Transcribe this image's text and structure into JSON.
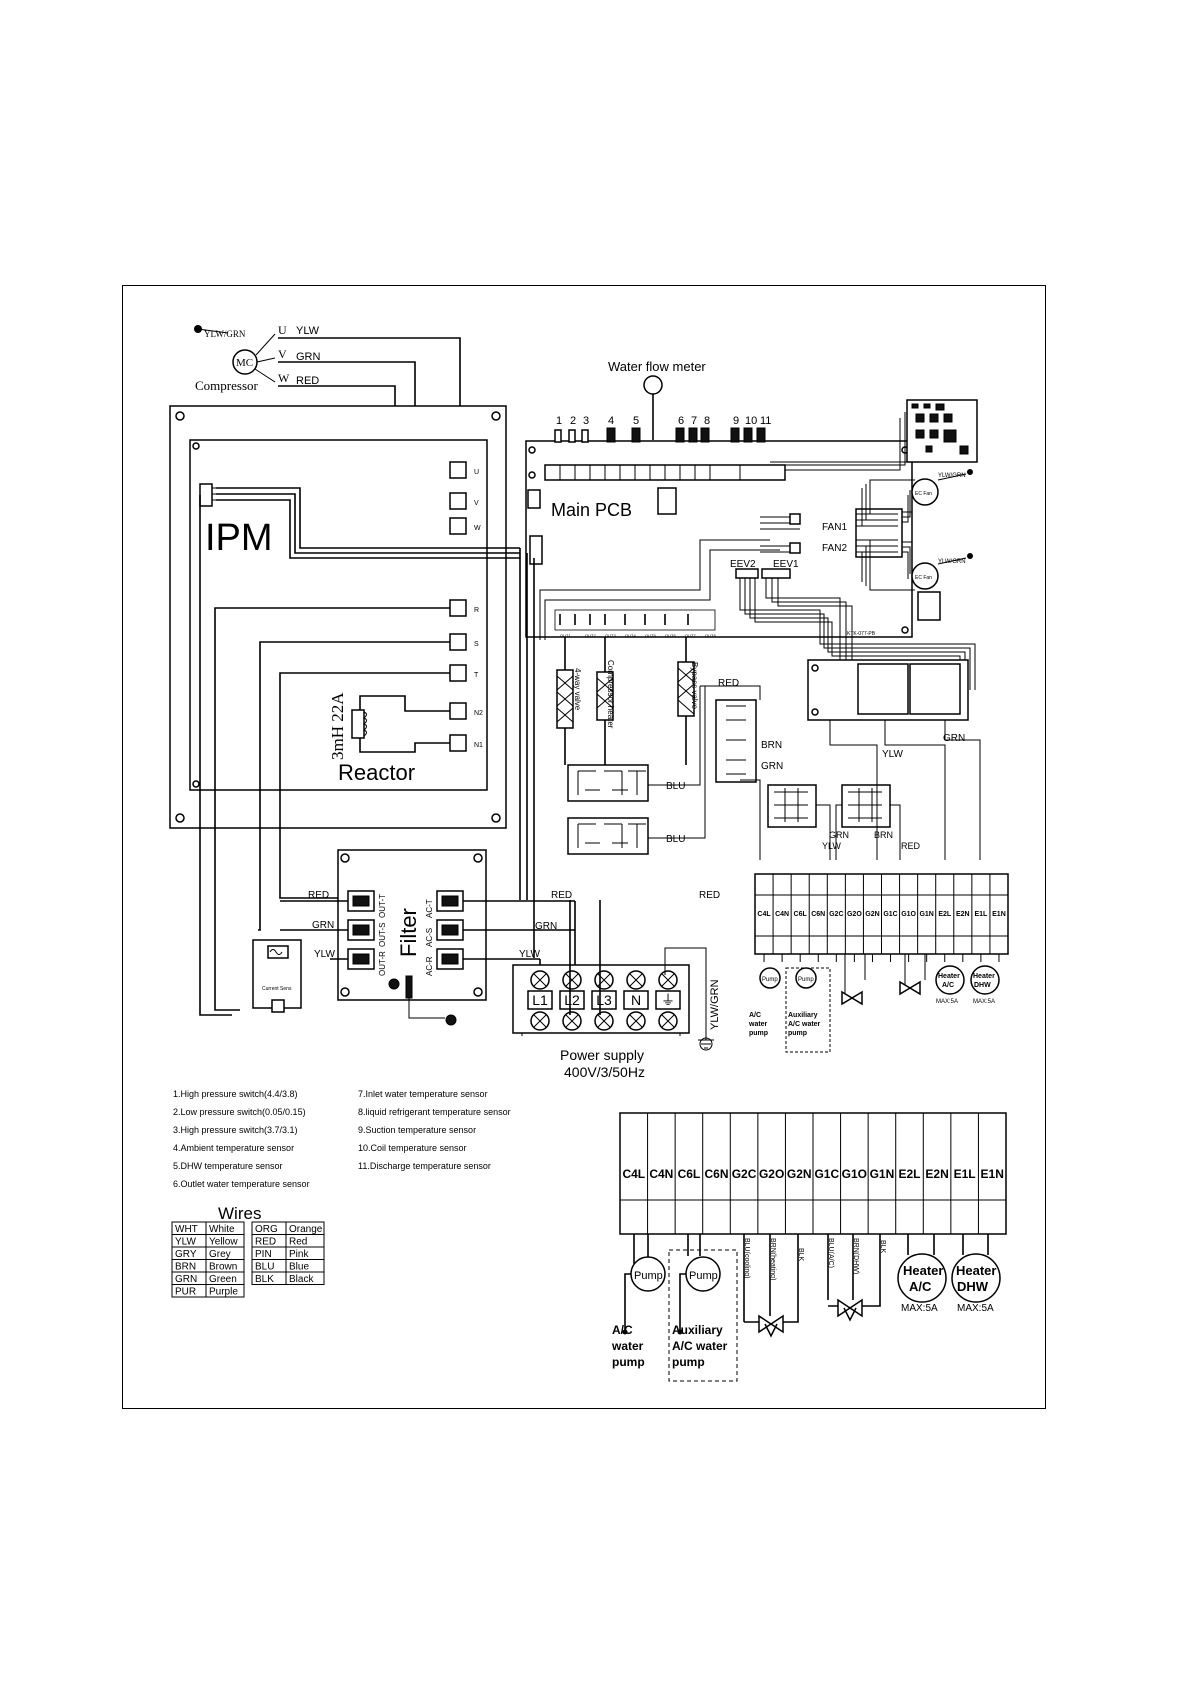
{
  "components": {
    "compressor": {
      "label": "Compressor",
      "symbol": "MC",
      "ground": "YLW/GRN",
      "phases": [
        {
          "pin": "U",
          "wire": "YLW"
        },
        {
          "pin": "V",
          "wire": "GRN"
        },
        {
          "pin": "W",
          "wire": "RED"
        }
      ]
    },
    "ipm": {
      "label": "IPM",
      "terminals": [
        "U",
        "V",
        "W",
        "R",
        "S",
        "T",
        "N2",
        "N1"
      ]
    },
    "reactor": {
      "label": "Reactor",
      "rating": "3mH 22A"
    },
    "water_flow_meter": {
      "label": "Water flow meter"
    },
    "main_pcb": {
      "label": "Main PCB",
      "model": "KTK-077-PB",
      "connector_numbers": [
        "1",
        "2",
        "3",
        "4",
        "5",
        "6",
        "7",
        "8",
        "9",
        "10",
        "11"
      ],
      "outputs": [
        "OUT1",
        "OUT2",
        "OUT3",
        "OUT4",
        "OUT5",
        "OUT6",
        "OUT7",
        "OUT8"
      ]
    },
    "fans": {
      "fan1": "FAN1",
      "fan2": "FAN2",
      "motor": "EC Fan",
      "ground": "YLW/GRN"
    },
    "eev": {
      "eev1": "EEV1",
      "eev2": "EEV2"
    },
    "valves": [
      "4-way valve",
      "Compressor heater",
      "Bypass valve"
    ],
    "filter": {
      "label": "Filter",
      "left_terminals": [
        "OUT-T",
        "OUT-S",
        "OUT-R"
      ],
      "right_terminals": [
        "AC-T",
        "AC-S",
        "AC-R"
      ]
    },
    "current_sensor": {
      "label": "Current Sens"
    },
    "power_supply": {
      "label": "Power supply",
      "spec": "400V/3/50Hz",
      "terminals": [
        "L1",
        "L2",
        "L3",
        "N",
        "⏚"
      ],
      "ground_wire": "YLW/GRN"
    },
    "wire_labels": {
      "red": "RED",
      "grn": "GRN",
      "ylw": "YLW",
      "blu": "BLU",
      "brn": "BRN"
    }
  },
  "terminal_strip": {
    "terminals": [
      "C4L",
      "C4N",
      "C6L",
      "C6N",
      "G2C",
      "G2O",
      "G2N",
      "G1C",
      "G1O",
      "G1N",
      "E2L",
      "E2N",
      "E1L",
      "E1N"
    ],
    "loads": {
      "ac_pump": {
        "label": "Pump",
        "caption": [
          "A/C",
          "water",
          "pump"
        ]
      },
      "aux_pump": {
        "label": "Pump",
        "caption": [
          "Auxiliary",
          "A/C water",
          "pump"
        ]
      },
      "valve2_wires": [
        "BLU(cooling)",
        "BRN(heating)",
        "BLK"
      ],
      "valve1_wires": [
        "BLU(A/C)",
        "BRN(DHW)",
        "BLK"
      ],
      "heater_ac": {
        "label": [
          "Heater",
          "A/C"
        ],
        "rating": "MAX:5A"
      },
      "heater_dhw": {
        "label": [
          "Heater",
          "DHW"
        ],
        "rating": "MAX:5A"
      }
    }
  },
  "legend_sensors": [
    "1.High pressure switch(4.4/3.8)",
    "2.Low pressure switch(0.05/0.15)",
    "3.High pressure switch(3.7/3.1)",
    "4.Ambient temperature sensor",
    "5.DHW temperature sensor",
    "6.Outlet water temperature sensor",
    "7.Inlet water temperature sensor",
    "8.liquid refrigerant temperature sensor",
    "9.Suction temperature sensor",
    "10.Coil temperature sensor",
    "11.Discharge temperature sensor"
  ],
  "wires_table": {
    "title": "Wires",
    "left": [
      [
        "WHT",
        "White"
      ],
      [
        "YLW",
        "Yellow"
      ],
      [
        "GRY",
        "Grey"
      ],
      [
        "BRN",
        "Brown"
      ],
      [
        "GRN",
        "Green"
      ],
      [
        "PUR",
        "Purple"
      ]
    ],
    "right": [
      [
        "ORG",
        "Orange"
      ],
      [
        "RED",
        "Red"
      ],
      [
        "PIN",
        "Pink"
      ],
      [
        "BLU",
        "Blue"
      ],
      [
        "BLK",
        "Black"
      ]
    ]
  }
}
